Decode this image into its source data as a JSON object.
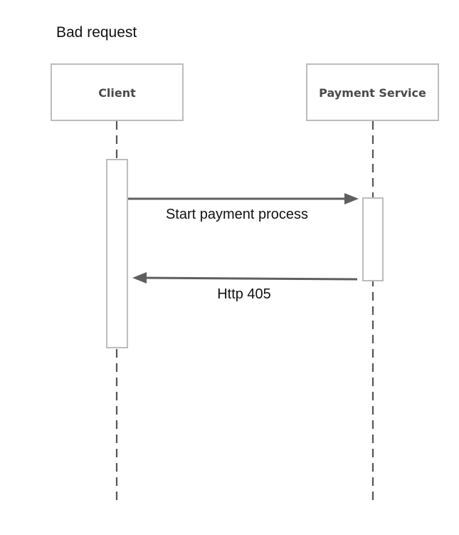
{
  "diagram": {
    "title": "Bad request",
    "participants": [
      {
        "id": "client",
        "label": "Client"
      },
      {
        "id": "payment",
        "label": "Payment Service"
      }
    ],
    "messages": [
      {
        "from": "client",
        "to": "payment",
        "label": "Start payment process"
      },
      {
        "from": "payment",
        "to": "client",
        "label": "Http 405"
      }
    ]
  }
}
